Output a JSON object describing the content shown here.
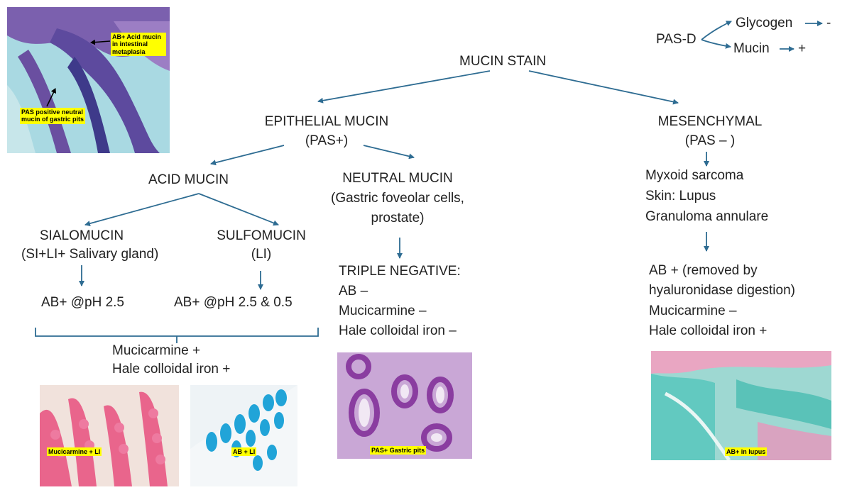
{
  "title": "MUCIN STAIN",
  "pas_d": {
    "label": "PAS-D",
    "glycogen": "Glycogen",
    "glycogen_result": "-",
    "mucin": "Mucin",
    "mucin_result": "+"
  },
  "epithelial": {
    "title": "EPITHELIAL MUCIN",
    "sub": "(PAS+)",
    "acid": {
      "title": "ACID MUCIN",
      "sialomucin": {
        "title": "SIALOMUCIN",
        "sub": "(SI+LI+ Salivary gland)",
        "result": "AB+ @pH  2.5"
      },
      "sulfomucin": {
        "title": "SULFOMUCIN",
        "sub": "(LI)",
        "result": "AB+ @pH  2.5 & 0.5"
      },
      "common": [
        "Mucicarmine +",
        "Hale colloidal iron +"
      ]
    },
    "neutral": {
      "title": "NEUTRAL MUCIN",
      "sub1": "(Gastric foveolar cells,",
      "sub2": "prostate)",
      "triple": [
        "TRIPLE NEGATIVE:",
        "AB –",
        "Mucicarmine –",
        "Hale colloidal iron –"
      ]
    }
  },
  "mesenchymal": {
    "title": "MESENCHYMAL",
    "sub": "(PAS – )",
    "examples": [
      "Myxoid sarcoma",
      "Skin: Lupus",
      "Granuloma annulare"
    ],
    "results": [
      "AB + (removed by",
      "hyaluronidase digestion)",
      "Mucicarmine –",
      "Hale colloidal iron +"
    ]
  },
  "images": {
    "top_left": {
      "label_ab": "AB+ Acid mucin in intestinal metaplasia",
      "label_pas": "PAS positive neutral mucin of gastric pits"
    },
    "mucicarmine": "Mucicarmine + LI",
    "ab_li": "AB + LI",
    "pas_gastric": "PAS+ Gastric pits",
    "ab_lupus": "AB+ in lupus"
  },
  "colors": {
    "arrow": "#2e6c92",
    "highlight": "#ffff00"
  }
}
